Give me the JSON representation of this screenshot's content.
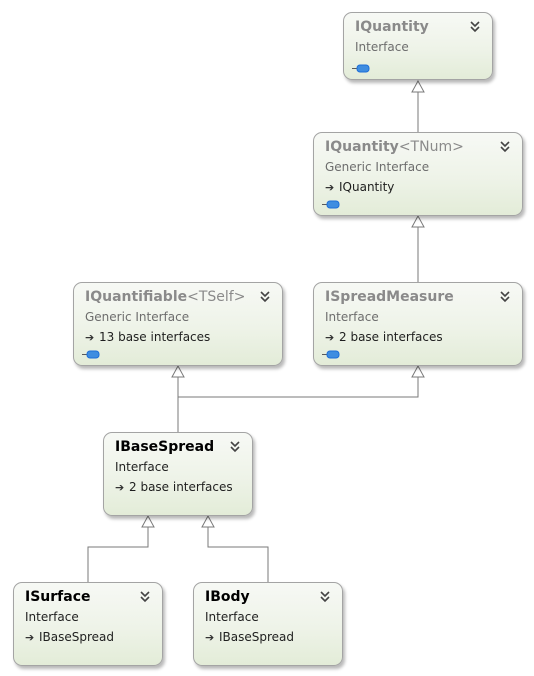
{
  "nodes": {
    "iquantity": {
      "name": "IQuantity",
      "kind": "Interface",
      "bases": ""
    },
    "iquantity_tnum": {
      "name": "IQuantity",
      "type_param": "<TNum>",
      "kind": "Generic Interface",
      "bases": "IQuantity"
    },
    "iquantifiable": {
      "name": "IQuantifiable",
      "type_param": "<TSelf>",
      "kind": "Generic Interface",
      "bases": "13 base interfaces"
    },
    "ispreadmeasure": {
      "name": "ISpreadMeasure",
      "kind": "Interface",
      "bases": "2 base interfaces"
    },
    "ibasespread": {
      "name": "IBaseSpread",
      "kind": "Interface",
      "bases": "2 base interfaces"
    },
    "isurface": {
      "name": "ISurface",
      "kind": "Interface",
      "bases": "IBaseSpread"
    },
    "ibody": {
      "name": "IBody",
      "kind": "Interface",
      "bases": "IBaseSpread"
    }
  },
  "icons": {
    "expand": "chevron-double-down-icon",
    "inherits": "inherits-arrow-icon",
    "interface": "lollipop-icon"
  },
  "colors": {
    "box_border": "#a4a4a4",
    "box_fill_top": "#f7f9f5",
    "box_fill_bottom": "#e3ecd8",
    "connector": "#7a7a7a",
    "lollipop": "#1d6ed8"
  }
}
